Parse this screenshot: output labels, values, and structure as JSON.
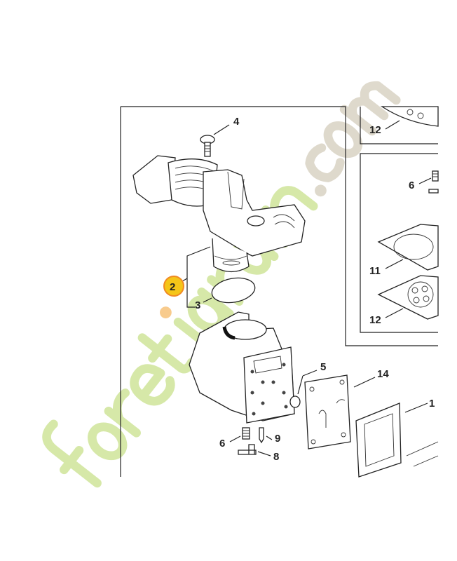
{
  "diagram": {
    "callouts": {
      "screw": "4",
      "throttle_housing_assembly": "2",
      "o_ring": "3",
      "inset_top_diaphragm": "12",
      "inset_spring": "6",
      "inset_gasket": "11",
      "inset_diaphragm": "12",
      "plug": "5",
      "gasket": "14",
      "cover_partial": "1",
      "spring": "6",
      "needle": "9",
      "lever": "8"
    },
    "highlighted_callout": "2",
    "highlight_color": "#f5c518",
    "watermark": "foretjardin.com",
    "watermark_colors": {
      "green": "#c8e08a",
      "orange": "#f5b860",
      "gray": "#d8d2c4"
    }
  }
}
